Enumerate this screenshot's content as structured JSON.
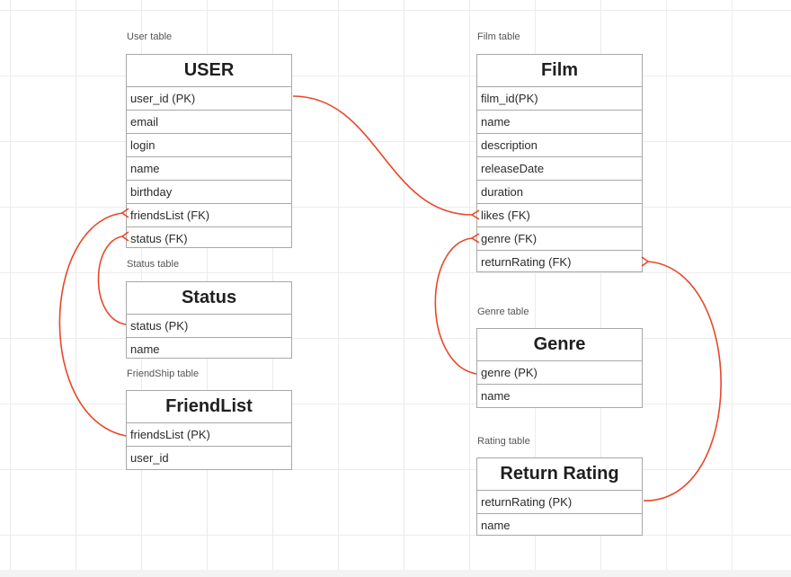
{
  "tables": {
    "user": {
      "caption": "User table",
      "title": "USER",
      "fields": [
        "user_id (PK)",
        "email",
        "login",
        "name",
        "birthday",
        "friendsList (FK)",
        "status (FK)"
      ]
    },
    "status": {
      "caption": "Status table",
      "title": "Status",
      "fields": [
        "status (PK)",
        "name"
      ]
    },
    "friendlist": {
      "caption": "FriendShip table",
      "title": "FriendList",
      "fields": [
        "friendsList (PK)",
        "user_id"
      ]
    },
    "film": {
      "caption": "Film table",
      "title": "Film",
      "fields": [
        "film_id(PK)",
        "name",
        "description",
        "releaseDate",
        "duration",
        "likes (FK)",
        "genre (FK)",
        "returnRating (FK)"
      ]
    },
    "genre": {
      "caption": "Genre table",
      "title": "Genre",
      "fields": [
        "genre (PK)",
        "name"
      ]
    },
    "rating": {
      "caption": "Rating table",
      "title": "Return Rating",
      "fields": [
        "returnRating (PK)",
        "name"
      ]
    }
  },
  "connector_color": "#e8472a"
}
